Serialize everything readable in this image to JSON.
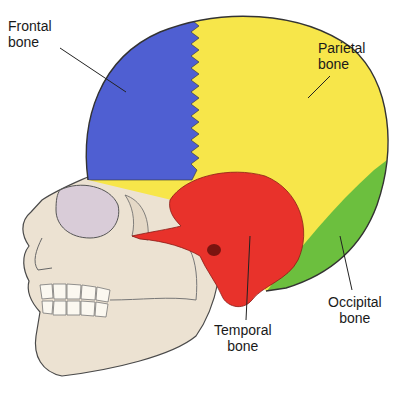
{
  "diagram": {
    "labels": [
      "Frontal bone",
      "Parietal bone",
      "Temporal bone",
      "Occipital bone"
    ]
  }
}
